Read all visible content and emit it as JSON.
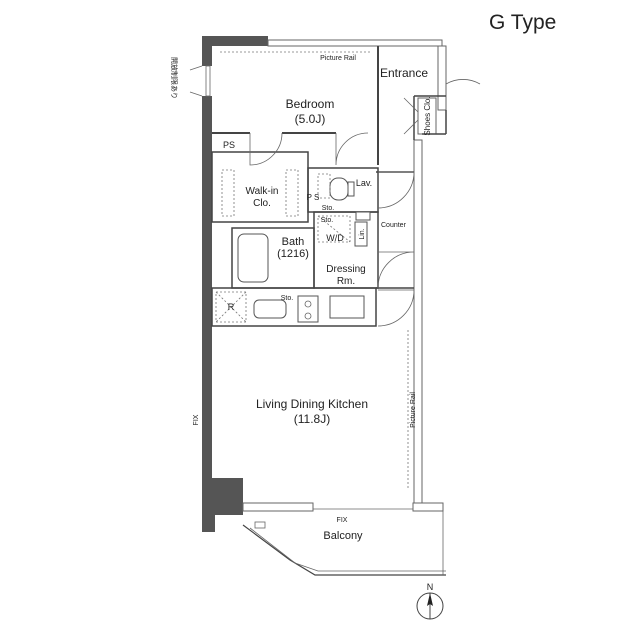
{
  "title": "G Type",
  "rooms": {
    "entrance": "Entrance",
    "bedroom_name": "Bedroom",
    "bedroom_size": "(5.0J)",
    "ldk_name": "Living Dining Kitchen",
    "ldk_size": "(11.8J)",
    "bath_name": "Bath",
    "bath_size": "(1216)",
    "dressing_line1": "Dressing",
    "dressing_line2": "Rm.",
    "walkin_line1": "Walk-in",
    "walkin_line2": "Clo.",
    "balcony": "Balcony"
  },
  "labels": {
    "picture_rail_top": "Picture Rail",
    "picture_rail_side": "Picture Rail",
    "shoes_clo": "Shoes Clo.",
    "ps_top": "PS",
    "ps_side": "P S",
    "lav": "Lav.",
    "sto_lav": "Sto.",
    "sto_wd": "Sto.",
    "sto_kitchen": "Sto.",
    "wd": "W/D",
    "lin": "Lin.",
    "counter": "Counter",
    "refrigerator": "R",
    "fix_left": "FIX",
    "fix_bottom": "FIX",
    "window_note": "開放制限あり"
  },
  "compass": {
    "north": "N"
  }
}
